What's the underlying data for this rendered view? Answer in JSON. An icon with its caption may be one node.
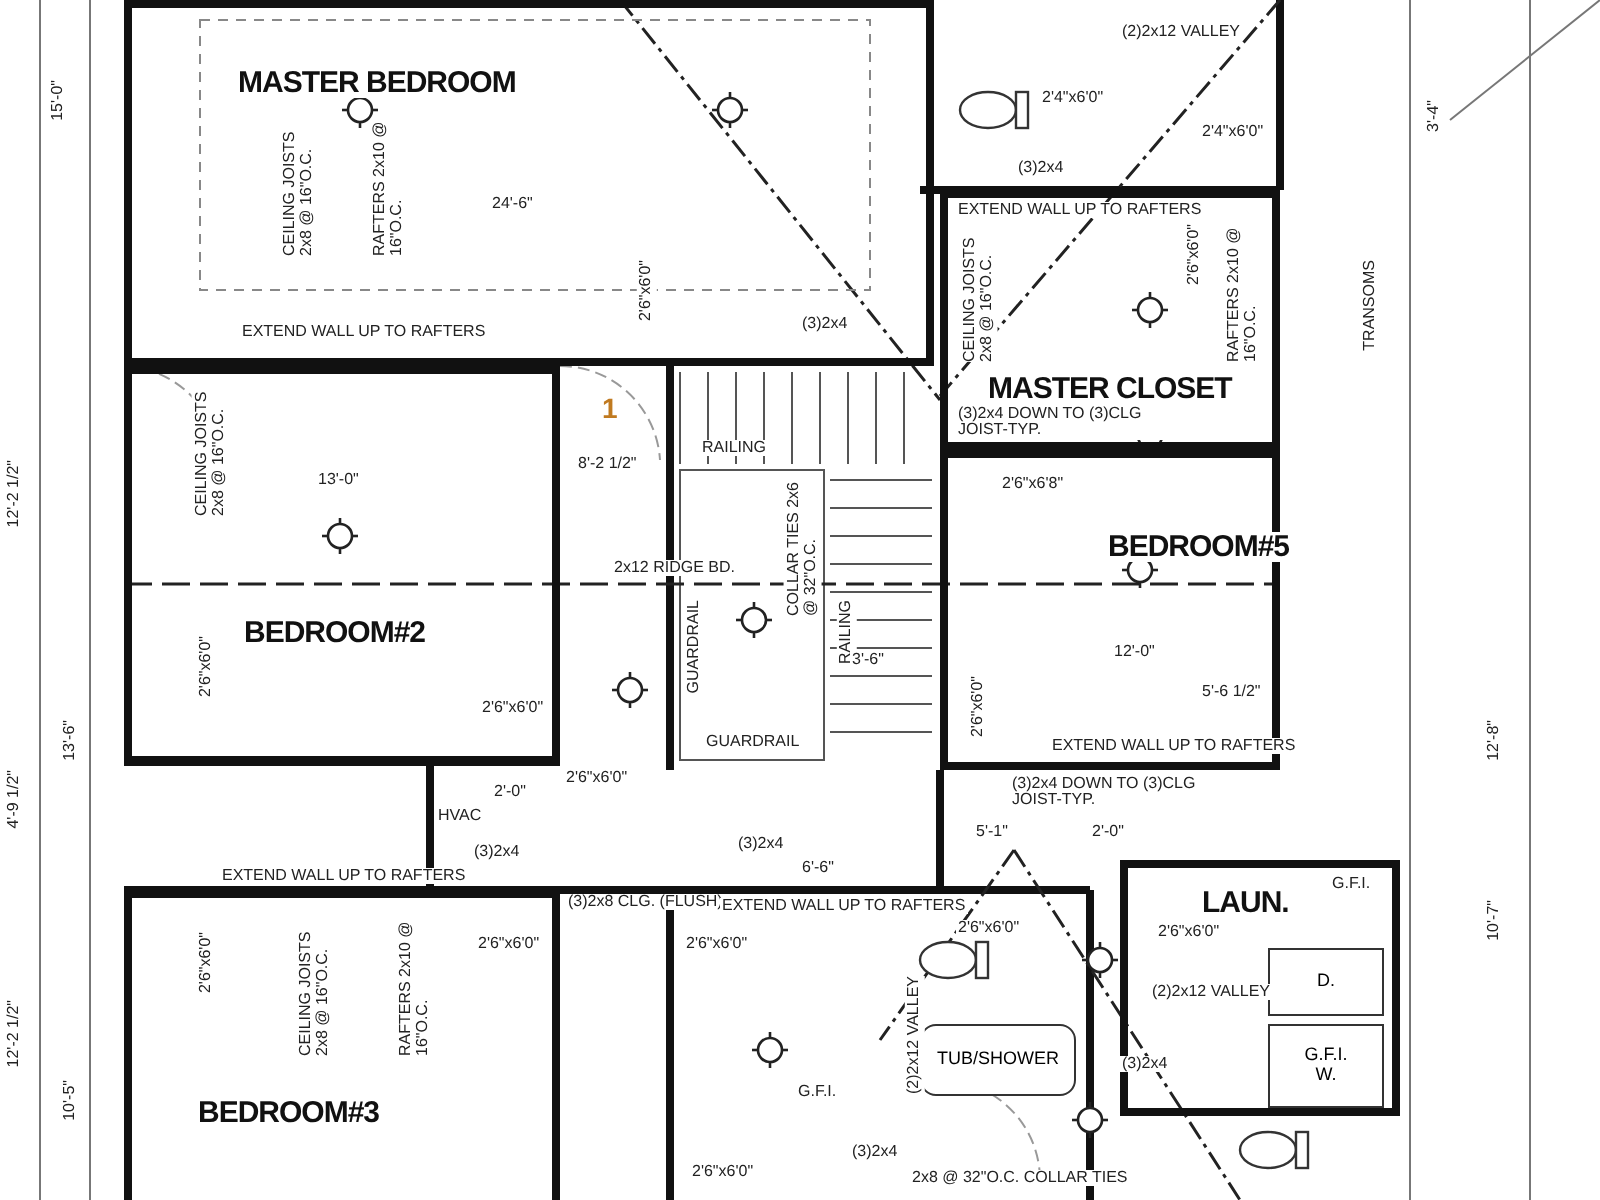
{
  "diagram": {
    "nodes": [
      {
        "text": [
          "MASTER BEDROOM"
        ]
      },
      {
        "text": [
          "MASTER CLOSET"
        ]
      },
      {
        "text": [
          "BEDROOM#5"
        ]
      },
      {
        "text": [
          "BEDROOM#2"
        ]
      },
      {
        "text": [
          "BEDROOM#3"
        ]
      },
      {
        "text": [
          "LAUN."
        ]
      },
      {
        "text": [
          "D."
        ],
        "in": 5
      },
      {
        "text": [
          "G.F.I.",
          "W."
        ],
        "in": 5
      },
      {
        "text": [
          "TUB/SHOWER"
        ]
      }
    ],
    "edges": [],
    "labels": [
      "15'-0\"",
      "CEILING JOISTS 2x8 @ 16\"O.C.",
      "RAFTERS 2x10 @ 16\"O.C.",
      "24'-6\"",
      "EXTEND WALL UP TO RAFTERS",
      "2'6\"x6'0\"",
      "(3)2x4",
      "2'4\"x6'0\"",
      "(2)2x12 VALLEY",
      "2'4\"x6'0\"",
      "(3)2x4",
      "EXTEND WALL UP TO RAFTERS",
      "2'6\"x6'0\"",
      "CEILING JOISTS 2x8 @ 16\"O.C.",
      "RAFTERS 2x10 @ 16\"O.C.",
      "TRANSOMS",
      "3'-4\"",
      "(3)2x4 DOWN TO (3)CLG JOIST-TYP.",
      "12'-2 1/2\"",
      "CEILING JOISTS 2x8 @ 16\"O.C.",
      "13'-0\"",
      "1",
      "8'-2 1/2\"",
      "RAILING",
      "2x12 RIDGE BD.",
      "COLLAR TIES 2x6 @ 32\"O.C.",
      "GUARDRAIL",
      "RAILING",
      "3'-6\"",
      "GUARDRAIL",
      "2'6\"x6'0\"",
      "2'6\"x6'0\"",
      "2'6\"x6'8\"",
      "12'-0\"",
      "5'-6 1/2\"",
      "EXTEND WALL UP TO RAFTERS",
      "2'6\"x6'0\"",
      "(3)2x4 DOWN TO (3)CLG JOIST-TYP.",
      "13'-6\"",
      "4'-9 1/2\"",
      "HVAC",
      "2'-0\"",
      "2'6\"x6'0\"",
      "(3)2x4",
      "EXTEND WALL UP TO RAFTERS",
      "(3)2x4",
      "6'-6\"",
      "(3)2x8 CLG. (FLUSH)",
      "EXTEND WALL UP TO RAFTERS",
      "2'6\"x6'0\"",
      "CEILING JOISTS 2x8 @ 16\"O.C.",
      "RAFTERS 2x10 @ 16\"O.C.",
      "2'6\"x6'0\"",
      "2'6\"x6'0\"",
      "2'6\"x6'0\"",
      "G.F.I.",
      "(3)2x4",
      "2'6\"x6'0\"",
      "5'-1\"",
      "2'-0\"",
      "(2)2x12 VALLEY",
      "(2)2x12 VALLEY",
      "2'6\"x6'0\"",
      "(3)2x4",
      "G.F.I.",
      "10'-7\"",
      "12'-8\"",
      "2x8 @ 32\"O.C. COLLAR TIES",
      "12'-2 1/2\"",
      "10'-5\""
    ]
  }
}
